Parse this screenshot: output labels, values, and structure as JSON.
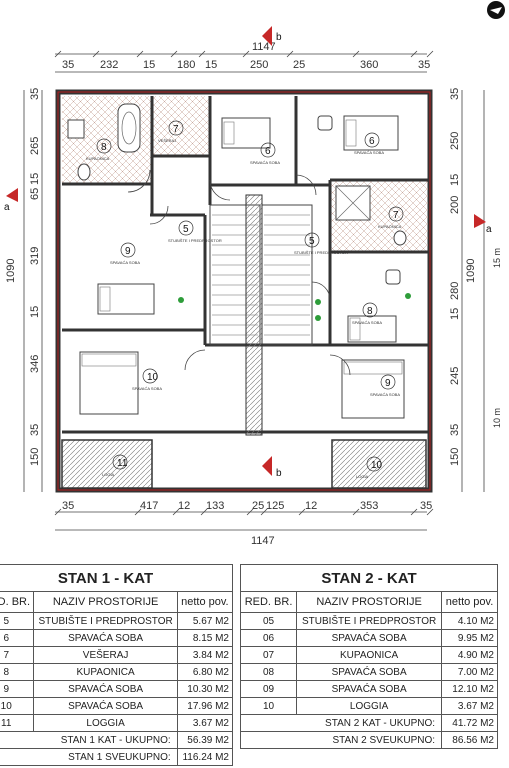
{
  "plan": {
    "top_dims": [
      "35",
      "232",
      "15",
      "180",
      "15",
      "250",
      "25",
      "360",
      "35"
    ],
    "top_total": "1147",
    "bottom_dims": [
      "35",
      "417",
      "12",
      "133",
      "25",
      "125",
      "12",
      "353",
      "35"
    ],
    "bottom_total": "1147",
    "left_dims": [
      "35",
      "265",
      "15",
      "65",
      "319",
      "15",
      "346",
      "35",
      "150"
    ],
    "left_total": "1090",
    "right_dims": [
      "35",
      "250",
      "15",
      "200",
      "280",
      "15",
      "245",
      "35",
      "150"
    ],
    "right_total": "1090",
    "section_markers": [
      "b",
      "a",
      "b",
      "a"
    ],
    "level_labels": [
      "15 m",
      "10 m"
    ],
    "rooms": [
      {
        "num": "7",
        "label": "VEŠERAJ"
      },
      {
        "num": "8",
        "label": "KUPAONICA"
      },
      {
        "num": "6",
        "label": "SPAVAĆA SOBA"
      },
      {
        "num": "6",
        "label": "SPAVAĆA SOBA"
      },
      {
        "num": "7",
        "label": "KUPAONICA"
      },
      {
        "num": "9",
        "label": "SPAVAĆA SOBA"
      },
      {
        "num": "5",
        "label": "STUBIŠTE I PREDPROSTOR"
      },
      {
        "num": "5",
        "label": "STUBIŠTE I PREDPROSTOR"
      },
      {
        "num": "8",
        "label": "SPAVAĆA SOBA"
      },
      {
        "num": "10",
        "label": "SPAVAĆA SOBA"
      },
      {
        "num": "9",
        "label": "SPAVAĆA SOBA"
      },
      {
        "num": "11",
        "label": "LOGIA"
      },
      {
        "num": "10",
        "label": "LOGIA"
      }
    ]
  },
  "stan1": {
    "title": "STAN 1 - KAT",
    "headers": [
      "RED. BR.",
      "NAZIV PROSTORIJE",
      "netto pov."
    ],
    "rows": [
      {
        "nr": "5",
        "name": "STUBIŠTE I PREDPROSTOR",
        "area": "5.67 M2"
      },
      {
        "nr": "6",
        "name": "SPAVAĆA SOBA",
        "area": "8.15 M2"
      },
      {
        "nr": "7",
        "name": "VEŠERAJ",
        "area": "3.84 M2"
      },
      {
        "nr": "8",
        "name": "KUPAONICA",
        "area": "6.80 M2"
      },
      {
        "nr": "9",
        "name": "SPAVAĆA SOBA",
        "area": "10.30 M2"
      },
      {
        "nr": "10",
        "name": "SPAVAĆA SOBA",
        "area": "17.96 M2"
      },
      {
        "nr": "11",
        "name": "LOGGIA",
        "area": "3.67 M2"
      }
    ],
    "total_label": "STAN 1 KAT - UKUPNO:",
    "total_value": "56.39 M2",
    "grand_label": "STAN 1 SVEUKUPNO:",
    "grand_value": "116.24 M2"
  },
  "stan2": {
    "title": "STAN 2 - KAT",
    "headers": [
      "RED. BR.",
      "NAZIV PROSTORIJE",
      "netto pov."
    ],
    "rows": [
      {
        "nr": "05",
        "name": "STUBIŠTE I PREDPROSTOR",
        "area": "4.10 M2"
      },
      {
        "nr": "06",
        "name": "SPAVAĆA SOBA",
        "area": "9.95 M2"
      },
      {
        "nr": "07",
        "name": "KUPAONICA",
        "area": "4.90 M2"
      },
      {
        "nr": "08",
        "name": "SPAVAĆA SOBA",
        "area": "7.00 M2"
      },
      {
        "nr": "09",
        "name": "SPAVAĆA SOBA",
        "area": "12.10 M2"
      },
      {
        "nr": "10",
        "name": "LOGGIA",
        "area": "3.67 M2"
      }
    ],
    "total_label": "STAN 2 KAT - UKUPNO:",
    "total_value": "41.72 M2",
    "grand_label": "STAN 2 SVEUKUPNO:",
    "grand_value": "86.56 M2"
  }
}
